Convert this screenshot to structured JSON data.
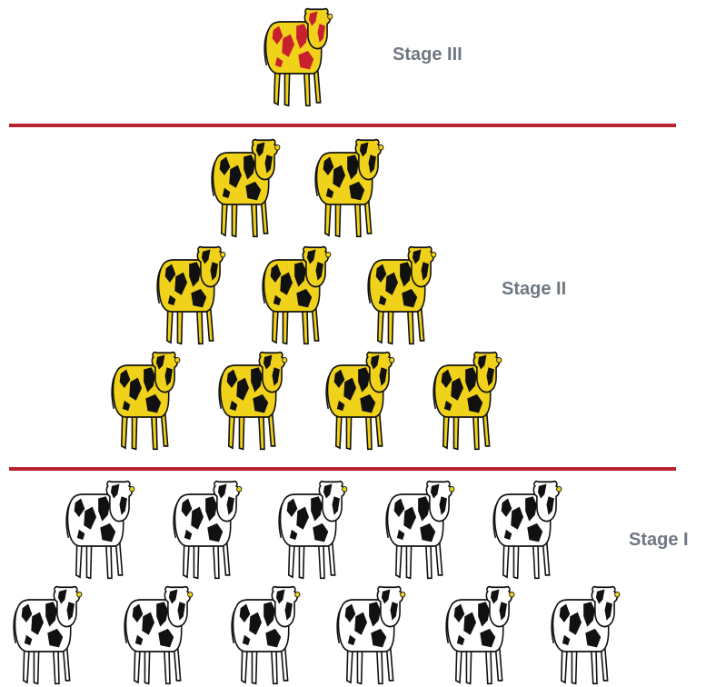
{
  "stages": [
    {
      "label": "Stage III",
      "cow_count": 1,
      "cow_color": "#f0d21a",
      "patch_color": "#c8202e"
    },
    {
      "label": "Stage II",
      "cow_count": 9,
      "cow_color": "#f0d21a",
      "patch_color": "#111111"
    },
    {
      "label": "Stage I",
      "cow_count": 11,
      "cow_color": "#ffffff",
      "patch_color": "#111111"
    }
  ],
  "colors": {
    "divider": "#b8232f",
    "label_text": "#6f7782",
    "outline": "#111111"
  },
  "icons": {
    "cow": "cow-icon"
  }
}
